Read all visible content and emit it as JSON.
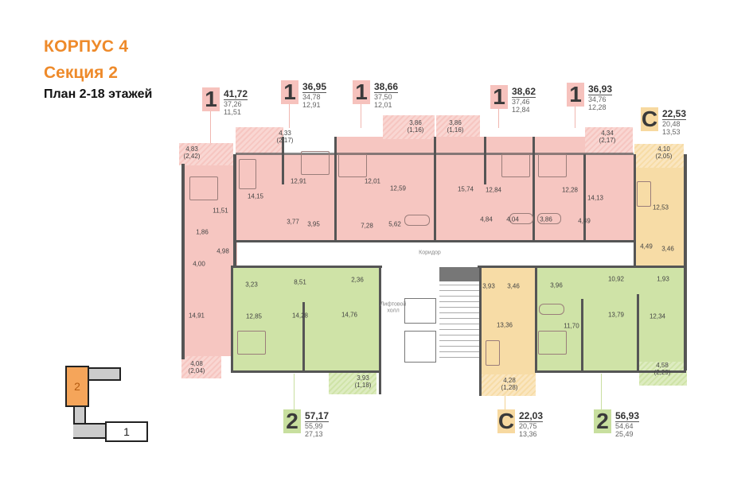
{
  "header": {
    "building": "КОРПУС 4",
    "section": "Секция 2",
    "plan": "План 2-18 этажей"
  },
  "colors": {
    "title_orange": "#ee8a2a",
    "one_room_pink": "#f6c2bd",
    "two_room_green": "#c8df9f",
    "studio_yellow": "#f7d9a0",
    "wall": "#555555"
  },
  "apartments_top": [
    {
      "type": "1",
      "total": "41,72",
      "living": "37,26",
      "kitchen": "11,51"
    },
    {
      "type": "1",
      "total": "36,95",
      "living": "34,78",
      "kitchen": "12,91"
    },
    {
      "type": "1",
      "total": "38,66",
      "living": "37,50",
      "kitchen": "12,01"
    },
    {
      "type": "1",
      "total": "38,62",
      "living": "37,46",
      "kitchen": "12,84"
    },
    {
      "type": "1",
      "total": "36,93",
      "living": "34,76",
      "kitchen": "12,28"
    },
    {
      "type": "C",
      "total": "22,53",
      "living": "20,48",
      "kitchen": "13,53"
    }
  ],
  "apartments_bottom": [
    {
      "type": "2",
      "total": "57,17",
      "living": "55,99",
      "kitchen": "27,13"
    },
    {
      "type": "C",
      "total": "22,03",
      "living": "20,75",
      "kitchen": "13,36"
    },
    {
      "type": "2",
      "total": "56,93",
      "living": "54,64",
      "kitchen": "25,49"
    }
  ],
  "room_areas": {
    "a1": [
      "4,83",
      "(2,42)",
      "11,51",
      "1,86",
      "4,00",
      "4,98",
      "14,91",
      "4,08",
      "(2,04)"
    ],
    "a2": [
      "4,33",
      "(2,17)",
      "14,15",
      "12,91",
      "3,77",
      "3,95"
    ],
    "a3": [
      "3,86",
      "(1,16)",
      "12,01",
      "12,59",
      "7,28",
      "5,62"
    ],
    "a4": [
      "3,86",
      "(1,16)",
      "15,74",
      "12,84",
      "4,84",
      "4,04"
    ],
    "a5": [
      "3,86",
      "12,28",
      "4,34",
      "(2,17)",
      "14,13",
      "4,49"
    ],
    "a6": [
      "4,10",
      "(2,05)",
      "12,53",
      "4,49",
      "3,46"
    ],
    "b1": [
      "3,23",
      "8,51",
      "2,36",
      "12,85",
      "14,28",
      "14,76",
      "3,93",
      "(1,18)"
    ],
    "b2": [
      "3,93",
      "3,46",
      "13,36",
      "4,28",
      "(1,28)"
    ],
    "b3": [
      "3,96",
      "10,92",
      "1,93",
      "11,70",
      "13,79",
      "12,34",
      "4,58",
      "(2,29)"
    ]
  },
  "common": {
    "corridor": "Коридор",
    "lift_hall_line1": "Лифтовой",
    "lift_hall_line2": "холл"
  },
  "minimap": {
    "section_active": "2",
    "section_other": "1"
  }
}
